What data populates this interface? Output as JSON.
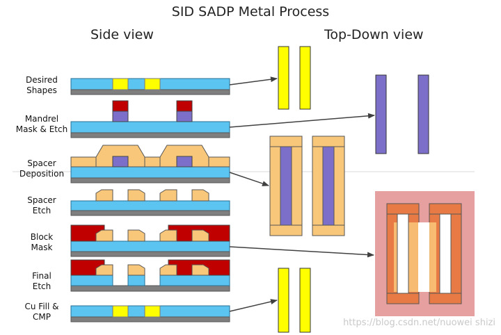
{
  "title": "SID SADP Metal Process",
  "headers": {
    "side": "Side view",
    "top": "Top-Down view"
  },
  "steps": [
    {
      "line1": "Desired",
      "line2": "Shapes"
    },
    {
      "line1": "Mandrel",
      "line2": "Mask & Etch"
    },
    {
      "line1": "Spacer",
      "line2": "Deposition"
    },
    {
      "line1": "Spacer",
      "line2": "Etch"
    },
    {
      "line1": "Block",
      "line2": "Mask"
    },
    {
      "line1": "Final",
      "line2": "Etch"
    },
    {
      "line1": "Cu Fill &",
      "line2": "CMP"
    }
  ],
  "watermark": "https://blog.csdn.net/nuowei shizi",
  "colors": {
    "cyan": "#5bc4f1",
    "yellow": "#ffff00",
    "purple": "#7b6fc9",
    "red": "#c00000",
    "spacer": "#f9c779",
    "gray": "#7f7f7f",
    "block_bg": "#e6a0a0",
    "orange": "#e87b45",
    "arrow": "#404040"
  }
}
